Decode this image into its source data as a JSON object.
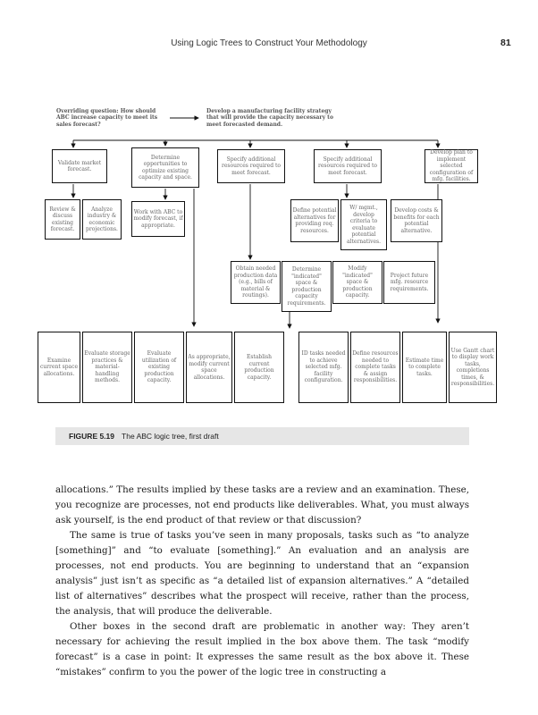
{
  "header": {
    "running_title": "Using Logic Trees to Construct Your Methodology",
    "page_number": "81"
  },
  "figure": {
    "question": "Overriding question: How should ABC increase capacity to meet its sales forecast?",
    "answer": "Develop a manufacturing facility strategy that will provide the capacity necessary to meet forecasted demand.",
    "level1": [
      "Validate market forecast.",
      "Determine opportunities to optimize existing capacity and space.",
      "Specify additional resources required to meet forecast.",
      "Specify additional resources required to meet forecast.",
      "Develop plan to implement selected configuration of mfg. facilities."
    ],
    "level2": [
      "Review & discuss existing forecast.",
      "Analyze industry & economic projections.",
      "Work with ABC to modify forecast, if appropriate.",
      "Define potential alternatives for providing req. resources.",
      "W/ mgmt., develop criteria to evaluate potential alternatives.",
      "Develop costs & benefits for each potential alternative."
    ],
    "level3": [
      "Obtain needed production data (e.g., bills of material & routings).",
      "Determine \"indicated\" space & production capacity requirements.",
      "Modify \"indicated\" space & production capacity.",
      "Project future mfg. resource requirements."
    ],
    "level4": [
      "Examine current space allocations.",
      "Evaluate storage practices & material-handling methods.",
      "Evaluate utilization of existing production capacity.",
      "As appropriate, modify current space allocations.",
      "Establish current production capacity.",
      "ID tasks needed to achieve selected mfg. facility configuration.",
      "Define resources needed to complete tasks & assign responsibilities.",
      "Estimate time to complete tasks.",
      "Use Gantt chart to display work tasks, completions times, & responsibilities."
    ],
    "caption_label": "FIGURE 5.19",
    "caption_text": "The ABC logic tree, first draft"
  },
  "body": {
    "p1": "allocations.” The results implied by these tasks are a review and an examination. These, you recognize are processes, not end products like deliverables. What, you must always ask yourself, is the end product of that review or that discussion?",
    "p2": "The same is true of tasks you’ve seen in many proposals, tasks such as “to analyze [something]” and “to evaluate [something].” An evaluation and an analysis are processes, not end products. You are beginning to understand that an “expansion analysis” just isn’t as specific as “a detailed list of expansion alternatives.” A “detailed list of alternatives” describes what the prospect will receive, rather than the process, the analysis, that will produce the deliverable.",
    "p3": "Other boxes in the second draft are problematic in another way: They aren’t necessary for achieving the result implied in the box above them. The task “modify forecast” is a case in point: It expresses the same result as the box above it. These “mistakes” confirm to you the power of the logic tree in constructing a"
  }
}
